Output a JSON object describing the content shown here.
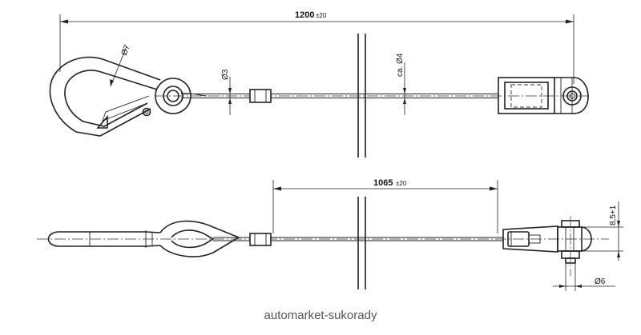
{
  "top_view": {
    "length_value": "1200",
    "length_tol": "±20",
    "dia_hook": "Ø7",
    "dia_wire": "Ø3",
    "dia_approx_prefix": "ca.",
    "dia_approx": "Ø4"
  },
  "bottom_view": {
    "length_value": "1065",
    "length_tol": "±20",
    "gap_dim": "8,5+1",
    "dia_pin": "Ø6"
  },
  "watermark": "automarket-sukorady"
}
